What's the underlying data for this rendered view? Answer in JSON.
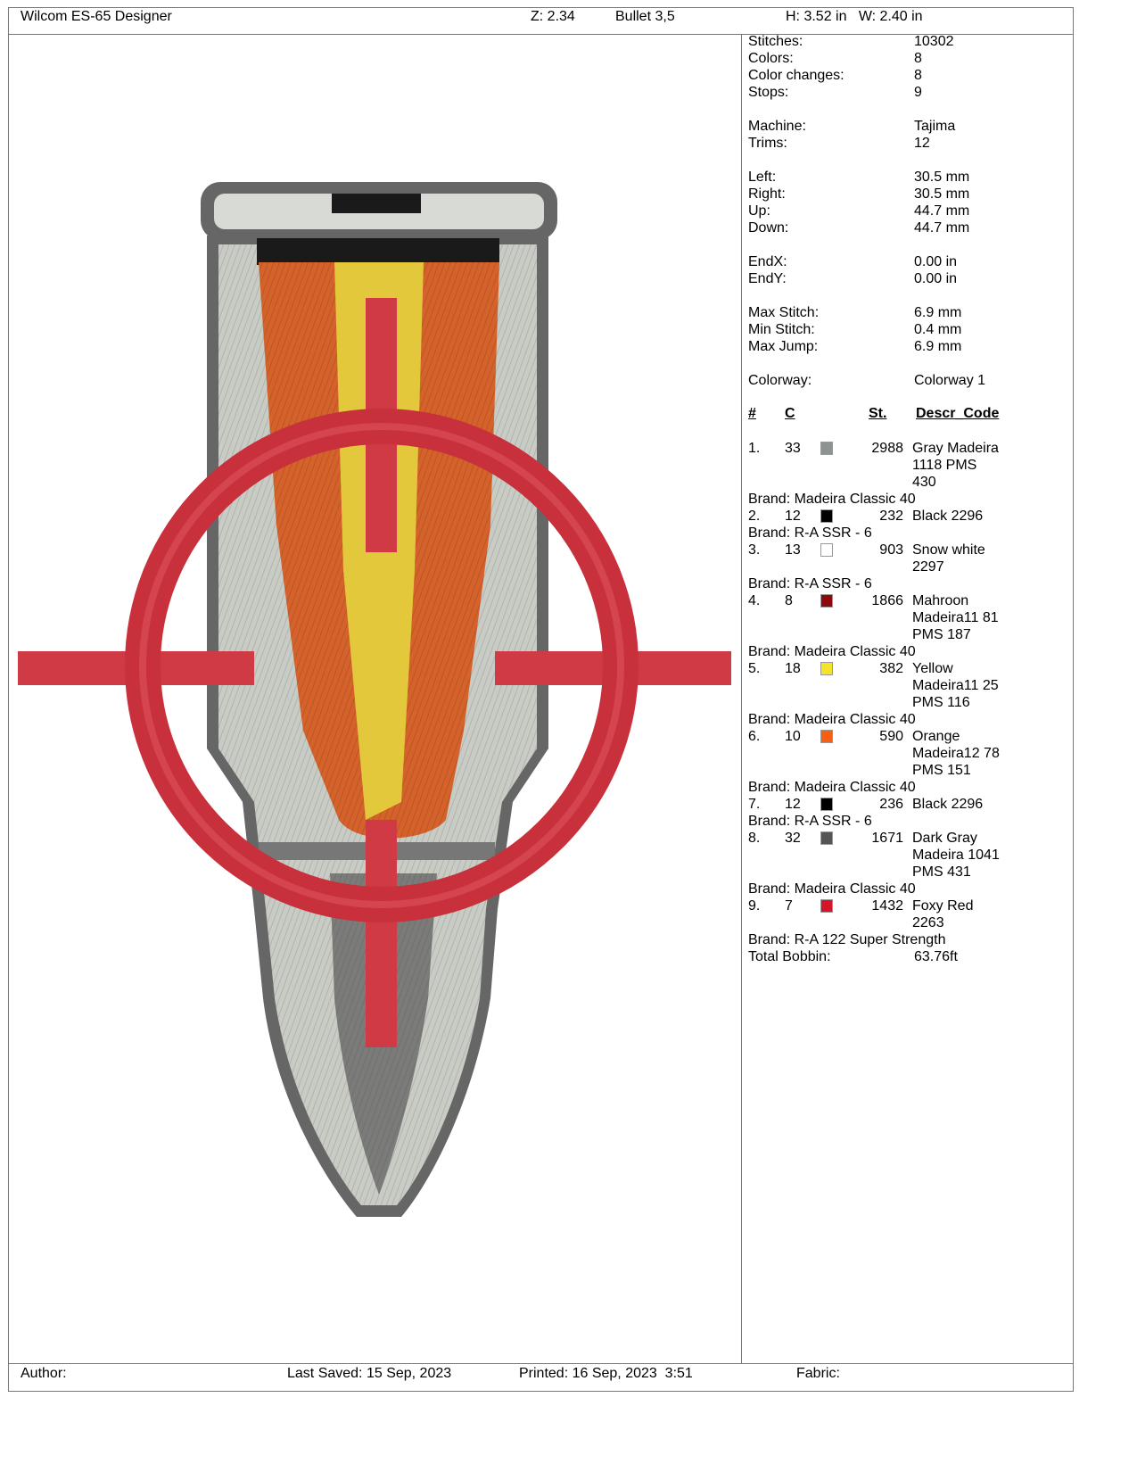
{
  "header": {
    "app": "Wilcom ES-65 Designer",
    "zoom": "Z: 2.34",
    "design_name": "Bullet 3,5",
    "size": "H: 3.52 in   W: 2.40 in"
  },
  "stats": [
    {
      "k": "Stitches:",
      "v": "10302"
    },
    {
      "k": "Colors:",
      "v": "8"
    },
    {
      "k": "Color changes:",
      "v": "8"
    },
    {
      "k": "Stops:",
      "v": "9"
    },
    null,
    {
      "k": "Machine:",
      "v": "Tajima"
    },
    {
      "k": "Trims:",
      "v": "12"
    },
    null,
    {
      "k": "Left:",
      "v": "30.5 mm"
    },
    {
      "k": "Right:",
      "v": "30.5 mm"
    },
    {
      "k": "Up:",
      "v": "44.7 mm"
    },
    {
      "k": "Down:",
      "v": "44.7 mm"
    },
    null,
    {
      "k": "EndX:",
      "v": "0.00 in"
    },
    {
      "k": "EndY:",
      "v": "0.00 in"
    },
    null,
    {
      "k": "Max Stitch:",
      "v": "6.9 mm"
    },
    {
      "k": "Min Stitch:",
      "v": "0.4 mm"
    },
    {
      "k": "Max Jump:",
      "v": "6.9 mm"
    },
    null,
    {
      "k": "Colorway:",
      "v": "Colorway 1"
    }
  ],
  "table": {
    "headers": {
      "num": "#",
      "code": "C",
      "stitches": "St.",
      "descr": "Descr_Code"
    },
    "rows": [
      {
        "n": "1.",
        "c": "33",
        "color": "#8e9290",
        "st": "2988",
        "descr": [
          "Gray Madeira",
          "1118 PMS",
          "430"
        ],
        "brand": "Brand: Madeira Classic 40"
      },
      {
        "n": "2.",
        "c": "12",
        "color": "#000000",
        "st": "232",
        "descr": [
          "Black 2296"
        ],
        "brand": "Brand: R-A SSR - 6"
      },
      {
        "n": "3.",
        "c": "13",
        "color": "#ffffff",
        "st": "903",
        "descr": [
          "Snow white",
          "2297"
        ],
        "brand": "Brand: R-A SSR - 6"
      },
      {
        "n": "4.",
        "c": "8",
        "color": "#8b0a0e",
        "st": "1866",
        "descr": [
          "Mahroon",
          "Madeira11 81",
          "PMS 187"
        ],
        "brand": "Brand: Madeira Classic 40"
      },
      {
        "n": "5.",
        "c": "18",
        "color": "#f5e229",
        "st": "382",
        "descr": [
          "Yellow",
          "Madeira11 25",
          "PMS 116"
        ],
        "brand": "Brand: Madeira Classic 40"
      },
      {
        "n": "6.",
        "c": "10",
        "color": "#fa5d14",
        "st": "590",
        "descr": [
          "Orange",
          "Madeira12 78",
          "PMS 151"
        ],
        "brand": "Brand: Madeira Classic 40"
      },
      {
        "n": "7.",
        "c": "12",
        "color": "#000000",
        "st": "236",
        "descr": [
          "Black 2296"
        ],
        "brand": "Brand: R-A SSR - 6"
      },
      {
        "n": "8.",
        "c": "32",
        "color": "#545556",
        "st": "1671",
        "descr": [
          "Dark Gray",
          "Madeira 1041",
          "PMS 431"
        ],
        "brand": "Brand: Madeira Classic 40"
      },
      {
        "n": "9.",
        "c": "7",
        "color": "#d2172a",
        "st": "1432",
        "descr": [
          "Foxy Red",
          "2263"
        ],
        "brand": "Brand: R-A 122 Super Strength"
      }
    ],
    "total_label": "Total Bobbin:",
    "total_value": "63.76ft"
  },
  "footer": {
    "author": "Author:",
    "last_saved": "Last Saved: 15 Sep, 2023",
    "printed": "Printed: 16 Sep, 2023  3:51",
    "fabric": "Fabric:"
  }
}
